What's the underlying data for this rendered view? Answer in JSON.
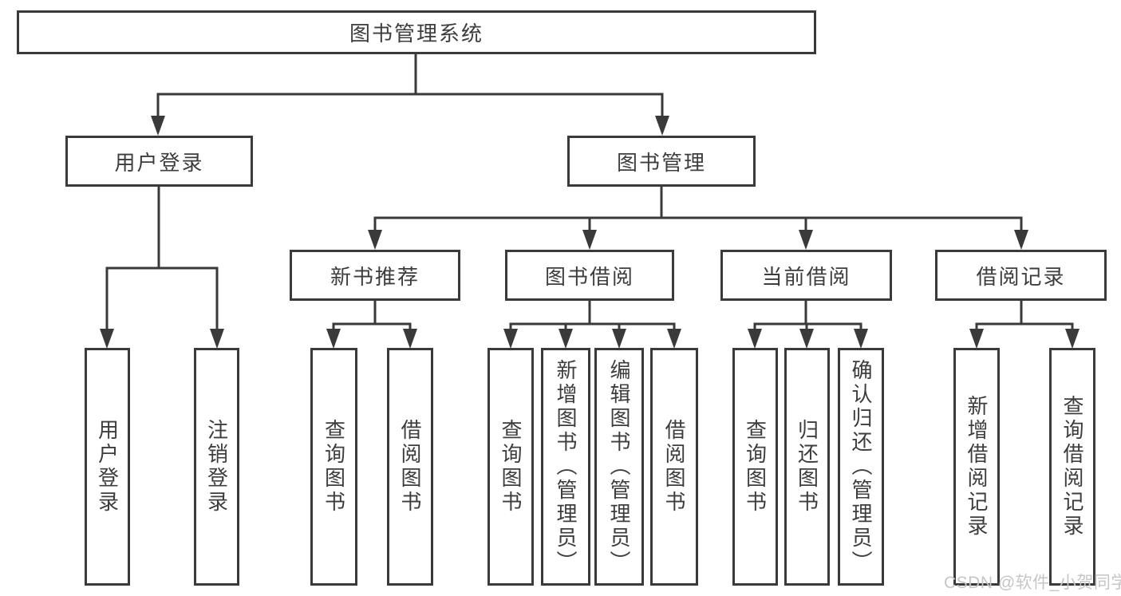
{
  "diagram_title": "图书管理系统",
  "colors": {
    "line": "#3a3a3a",
    "text": "#3d3d3d",
    "watermark": "#c6c6c6"
  },
  "nodes": {
    "root": "图书管理系统",
    "login": "用户登录",
    "manage": "图书管理",
    "newbook": "新书推荐",
    "borrow": "图书借阅",
    "current": "当前借阅",
    "records": "借阅记录",
    "leaf_login_1": "用户登录",
    "leaf_login_2": "注销登录",
    "leaf_newbook_1": "查询图书",
    "leaf_newbook_2": "借阅图书",
    "leaf_borrow_1": "查询图书",
    "leaf_borrow_2": "新增图书（管理员）",
    "leaf_borrow_3": "编辑图书（管理员）",
    "leaf_borrow_4": "借阅图书",
    "leaf_current_1": "查询图书",
    "leaf_current_2": "归还图书",
    "leaf_current_3": "确认归还（管理员）",
    "leaf_records_1": "新增借阅记录",
    "leaf_records_2": "查询借阅记录"
  },
  "watermark": "CSDN @软件_小贺同学"
}
